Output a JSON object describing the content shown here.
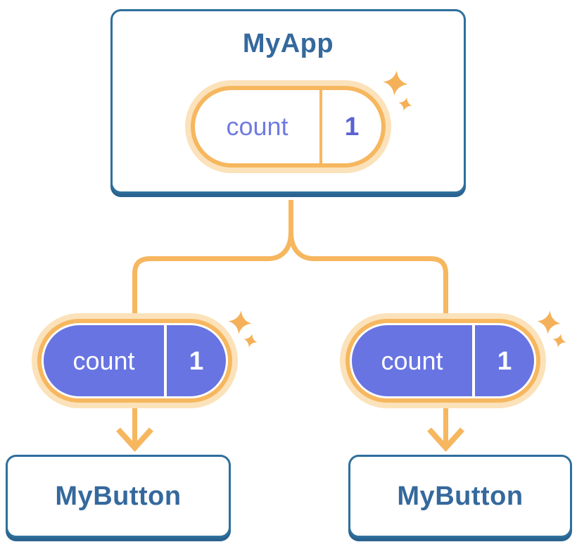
{
  "diagram": {
    "title_hidden": "Sharing state between components",
    "root": {
      "title": "MyApp",
      "state_pill": {
        "label": "count",
        "value": "1",
        "style": "outline"
      }
    },
    "children": [
      {
        "title": "MyButton",
        "prop_pill": {
          "label": "count",
          "value": "1",
          "style": "filled"
        }
      },
      {
        "title": "MyButton",
        "prop_pill": {
          "label": "count",
          "value": "1",
          "style": "filled"
        }
      }
    ],
    "icons": {
      "sparkle": "four-point-star",
      "arrow": "arrow-down-chevron"
    },
    "colors": {
      "card_border": "#2e6f9c",
      "card_bottom_shadow": "#2a6390",
      "card_text": "#35699d",
      "connector_orange": "#f6b75f",
      "pill_halo": "#fbe2ba",
      "pill_fill_purple": "#6874e1",
      "pill_label_purple": "#707cdf",
      "pill_value_purple": "#5a62d2",
      "sparkle_orange": "#f4b159",
      "background": "#ffffff"
    }
  }
}
